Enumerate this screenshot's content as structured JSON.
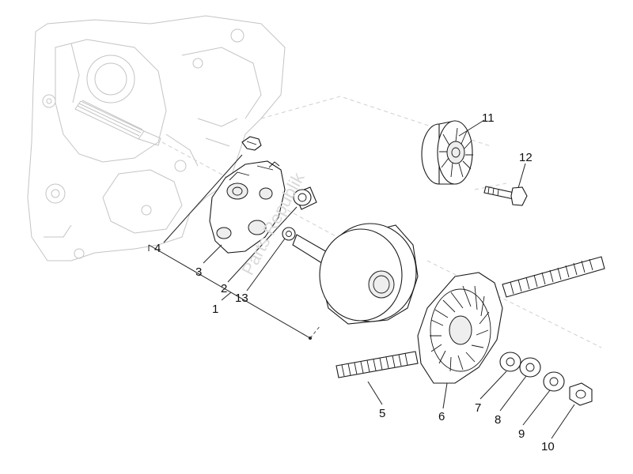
{
  "watermark": "Parts Republik",
  "callouts": [
    {
      "id": "1",
      "text": "1"
    },
    {
      "id": "2",
      "text": "2"
    },
    {
      "id": "3",
      "text": "3"
    },
    {
      "id": "4",
      "text": "4"
    },
    {
      "id": "5",
      "text": "5"
    },
    {
      "id": "6",
      "text": "6"
    },
    {
      "id": "7",
      "text": "7"
    },
    {
      "id": "8",
      "text": "8"
    },
    {
      "id": "9",
      "text": "9"
    },
    {
      "id": "10",
      "text": "10"
    },
    {
      "id": "11",
      "text": "11"
    },
    {
      "id": "12",
      "text": "12"
    },
    {
      "id": "13",
      "text": "13"
    }
  ]
}
